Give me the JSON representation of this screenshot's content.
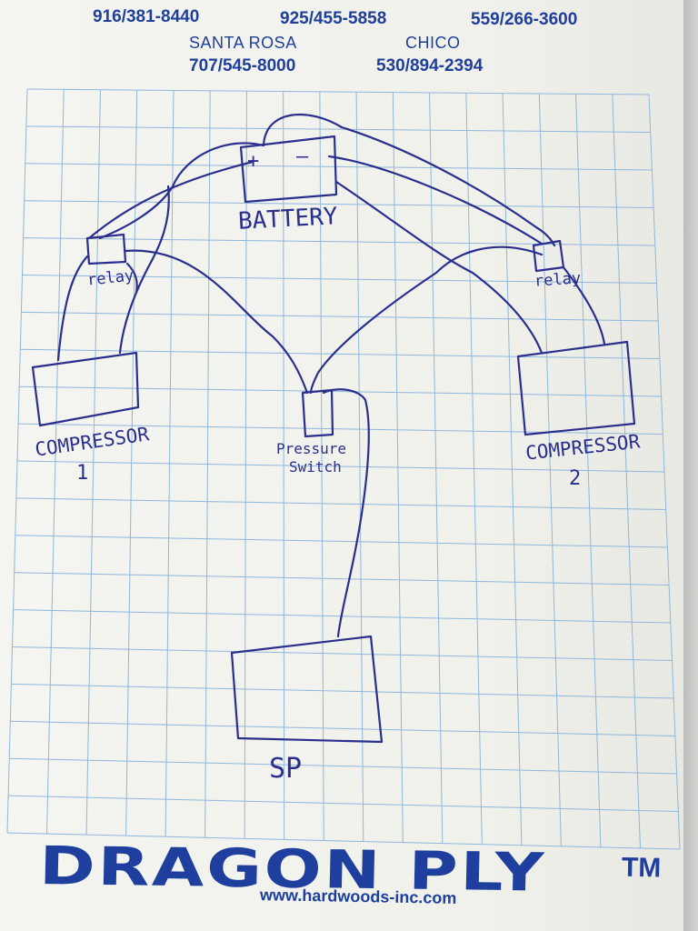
{
  "header": {
    "phones_top": [
      {
        "phone": "916/381-8440"
      },
      {
        "phone": "925/455-5858"
      },
      {
        "phone": "559/266-3600"
      }
    ],
    "cities": [
      {
        "city": "SANTA ROSA",
        "phone": "707/545-8000"
      },
      {
        "city": "CHICO",
        "phone": "530/894-2394"
      }
    ]
  },
  "diagram": {
    "battery": {
      "label": "BATTERY",
      "plus": "+",
      "minus": "—"
    },
    "relay_left": {
      "label": "relay"
    },
    "relay_right": {
      "label": "relay"
    },
    "compressor_1": {
      "label": "COMPRESSOR",
      "number": "1"
    },
    "compressor_2": {
      "label": "COMPRESSOR",
      "number": "2"
    },
    "pressure_switch": {
      "line1": "Pressure",
      "line2": "Switch"
    },
    "sp": {
      "label": "SP"
    }
  },
  "footer": {
    "brand": "DRAGON PLY",
    "trademark": "TM",
    "url": "www.hardwoods-inc.com"
  },
  "colors": {
    "ink": "#2a2f8e",
    "print": "#1f3f9a",
    "grid": "#8fb6dd",
    "paper": "#f3f3ef"
  }
}
